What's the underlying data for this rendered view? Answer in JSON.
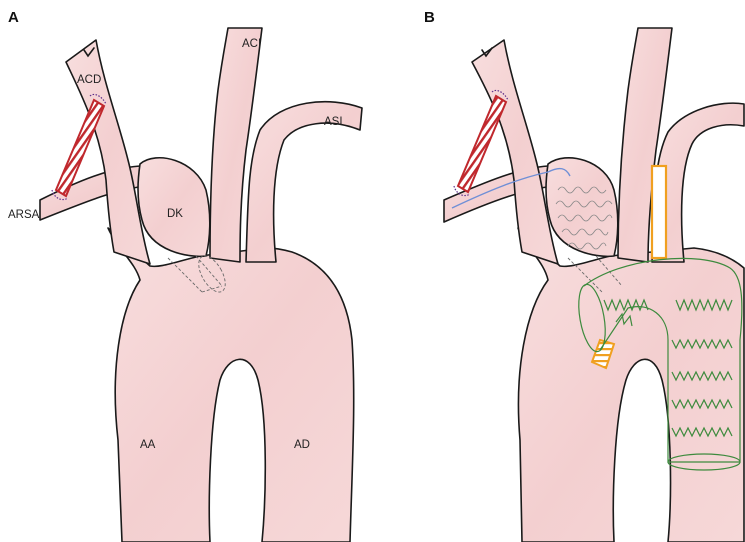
{
  "figure": {
    "panels": [
      {
        "label": "A",
        "vessel_labels": {
          "acd": "ACD",
          "aci": "ACI",
          "asi": "ASI",
          "arsa": "ARSA",
          "dk": "DK",
          "aa": "AA",
          "ad": "AD"
        }
      },
      {
        "label": "B"
      }
    ],
    "colors": {
      "vessel_fill": "#f6d6d6",
      "vessel_outline": "#1a1a1a",
      "bypass_graft": "#c0282d",
      "suture": "#5b2d8a",
      "debranching_graft": "#f0a020",
      "stent_graft": "#3d8a3d",
      "guide_wire": "#6f8fd6"
    }
  }
}
